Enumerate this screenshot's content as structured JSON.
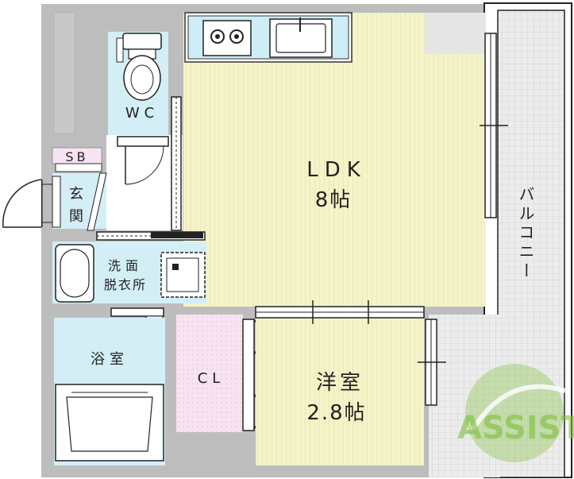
{
  "floorplan": {
    "rooms": {
      "ldk_name": "LDK",
      "ldk_size": "8帖",
      "western_name": "洋室",
      "western_size": "2.8帖",
      "wc": "WC",
      "sb": "SB",
      "entrance_1": "玄",
      "entrance_2": "関",
      "washroom_1": "洗面",
      "washroom_2": "脱衣所",
      "bath": "浴室",
      "closet": "CL",
      "balcony": "バルコニー"
    },
    "logo_text": "ASSIST"
  },
  "colors": {
    "ldk": "#f5f3c8",
    "wet_area": "#d4eef6",
    "closet": "#f6dcef",
    "balcony": "#e6e6e6",
    "wall": "#bdbdbd",
    "logo_green": "#7fbf3a"
  },
  "icons": [
    "gas-stove-icon",
    "kitchen-sink-icon",
    "toilet-icon",
    "washing-machine-icon",
    "washbasin-icon",
    "bathtub-icon",
    "logo-icon"
  ]
}
